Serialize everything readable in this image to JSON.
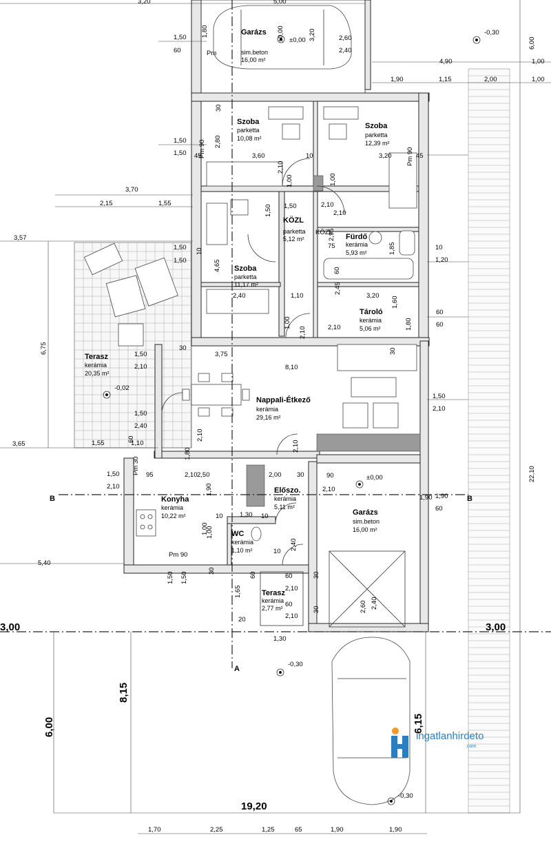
{
  "rooms": [
    {
      "id": "garage-top",
      "name": "Garázs",
      "floor": "sim.beton",
      "area": "16,00 m²"
    },
    {
      "id": "room1",
      "name": "Szoba",
      "floor": "parketta",
      "area": "10,08 m²"
    },
    {
      "id": "room2",
      "name": "Szoba",
      "floor": "parketta",
      "area": "12,39 m²"
    },
    {
      "id": "hall",
      "name": "KÖZL",
      "floor": "parketta",
      "area": "5,12 m²"
    },
    {
      "id": "bath",
      "name": "Fürdő",
      "floor": "kerámia",
      "area": "5,93 m²"
    },
    {
      "id": "room3",
      "name": "Szoba",
      "floor": "parketta",
      "area": "11,17 m²"
    },
    {
      "id": "storage",
      "name": "Tároló",
      "floor": "kerámia",
      "area": "5,06 m²"
    },
    {
      "id": "terrace",
      "name": "Terasz",
      "floor": "kerámia",
      "area": "20,35 m²"
    },
    {
      "id": "living",
      "name": "Nappali-Étkező",
      "floor": "kerámia",
      "area": "29,16 m²"
    },
    {
      "id": "kitchen",
      "name": "Konyha",
      "floor": "kerámia",
      "area": "10,22 m²"
    },
    {
      "id": "entry",
      "name": "Előszo.",
      "floor": "kerámia",
      "area": "5,11 m²"
    },
    {
      "id": "garage",
      "name": "Garázs",
      "floor": "sim.beton",
      "area": "16,00 m²"
    },
    {
      "id": "wc",
      "name": "WC",
      "floor": "kerámia",
      "area": "1,10 m²"
    },
    {
      "id": "terrace2",
      "name": "Terasz",
      "floor": "kerámia",
      "area": "2,77 m²"
    }
  ],
  "levels": {
    "top": "±0,00",
    "garage": "±0,00",
    "terrace": "-0,02",
    "top_right": "-0,30",
    "front": "-0,30",
    "bottom": "-0,30"
  },
  "section": {
    "b": "B",
    "a": "A"
  },
  "overall": {
    "left": "3,00",
    "right": "3,00",
    "width": "19,20",
    "depth_left": "6,00",
    "depth_mid": "8,15",
    "depth_right": "6,15",
    "side_total": "22,10",
    "side_top": "6,00",
    "terrace_depth": "6,75"
  },
  "top_dims": [
    "3,20",
    "5,00",
    "4,90",
    "1,00",
    "1,90",
    "1,15",
    "2,00",
    "1,00"
  ],
  "bottom_dims": [
    "1,70",
    "2,25",
    "1,25",
    "65",
    "1,90",
    "1,90"
  ],
  "left_dims": [
    "1,50",
    "60",
    "1,50",
    "1,50",
    "3,70",
    "2,15",
    "1,55",
    "3,57",
    "1,50",
    "1,50",
    "1,50",
    "2,10",
    "1,50",
    "2,40",
    "3,65",
    "1,55",
    "1,10",
    "1,50",
    "2,10",
    "5,40"
  ],
  "misc_dims": [
    "1,80",
    "Pm",
    "±0,00",
    "3,20",
    "2,60",
    "2,40",
    "30",
    "2,80",
    "Pm 90",
    "3,60",
    "45",
    "10",
    "2,10",
    "1,00",
    "3,20",
    "Pm 90",
    "45",
    "1,50",
    "1,50",
    "2,10",
    "1,00",
    "2,10",
    "KÖZL",
    "2,95",
    "75",
    "1,85",
    "10",
    "1,20",
    "60",
    "10",
    "4,65",
    "2,40",
    "1,10",
    "3,20",
    "2,45",
    "1,60",
    "60",
    "1,80",
    "60",
    "1,00",
    "2,10",
    "2,10",
    "30",
    "3,75",
    "8,10",
    "30",
    "1,50",
    "2,10",
    "60",
    "2,10",
    "1,80",
    "2,10",
    "2,10",
    "2,00",
    "30",
    "90",
    "2,10",
    "1,90",
    "1,90",
    "60",
    "Pm 30",
    "95",
    "2,50",
    "1,90",
    "10",
    "1,30",
    "10",
    "1,00",
    "2,40",
    "Pm 90",
    "1,00",
    "10",
    "30",
    "1,50",
    "1,50",
    "60",
    "2,10",
    "60",
    "2,10",
    "2,60",
    "2,40",
    "20",
    "1,30",
    "1,65",
    "30",
    "30",
    "60"
  ],
  "watermark": {
    "brand": "ingatlanhirdeto",
    "domain": ".com"
  }
}
